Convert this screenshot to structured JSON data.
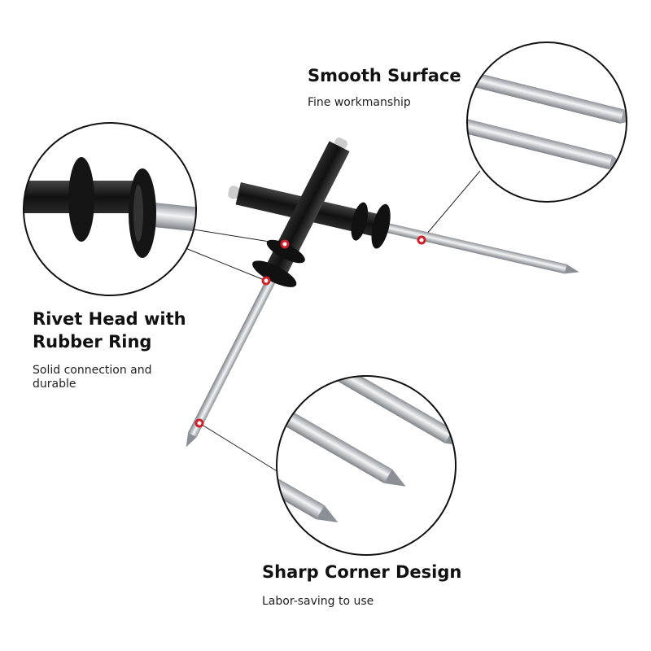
{
  "features": {
    "smooth_surface": {
      "title": "Smooth Surface",
      "subtitle": "Fine workmanship"
    },
    "rivet_head": {
      "title_line1": "Rivet Head with",
      "title_line2": "Rubber Ring",
      "subtitle_line1": "Solid connection and",
      "subtitle_line2": "durable"
    },
    "sharp_corner": {
      "title": "Sharp Corner Design",
      "subtitle": "Labor-saving to use"
    }
  },
  "colors": {
    "marker": "#d0202a",
    "rubber": "#1a1a1a",
    "steel": "#c8ccd0"
  }
}
